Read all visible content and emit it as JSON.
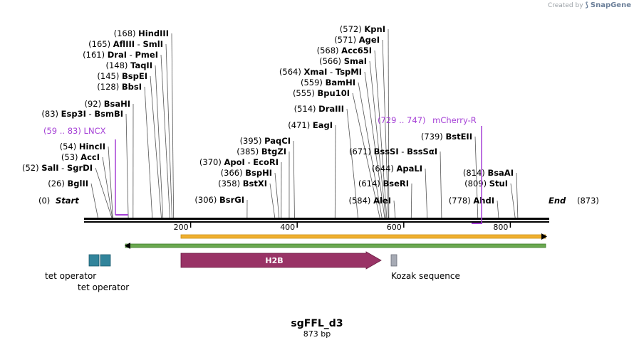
{
  "brand": {
    "prefix": "Created by",
    "name": "SnapGene"
  },
  "map": {
    "name": "sgFFL_d3",
    "length_label": "873 bp",
    "length": 873,
    "start_label": "Start",
    "start_pos": "(0)",
    "end_label": "End",
    "end_pos": "(873)",
    "ticks": [
      200,
      400,
      600,
      800
    ]
  },
  "sites": [
    {
      "pos": 168,
      "pos_label": "(168)",
      "names": [
        "HindIII"
      ]
    },
    {
      "pos": 165,
      "pos_label": "(165)",
      "names": [
        "AflIII",
        "SmlI"
      ]
    },
    {
      "pos": 161,
      "pos_label": "(161)",
      "names": [
        "DraI",
        "PmeI"
      ]
    },
    {
      "pos": 148,
      "pos_label": "(148)",
      "names": [
        "TaqII"
      ]
    },
    {
      "pos": 145,
      "pos_label": "(145)",
      "names": [
        "BspEI"
      ]
    },
    {
      "pos": 128,
      "pos_label": "(128)",
      "names": [
        "BbsI"
      ]
    },
    {
      "pos": 92,
      "pos_label": "(92)",
      "names": [
        "BsaHI"
      ]
    },
    {
      "pos": 83,
      "pos_label": "(83)",
      "names": [
        "Esp3I",
        "BsmBI"
      ]
    },
    {
      "pos": 54,
      "pos_label": "(54)",
      "names": [
        "HincII"
      ]
    },
    {
      "pos": 53,
      "pos_label": "(53)",
      "names": [
        "AccI"
      ]
    },
    {
      "pos": 52,
      "pos_label": "(52)",
      "names": [
        "SalI",
        "SgrDI"
      ]
    },
    {
      "pos": 26,
      "pos_label": "(26)",
      "names": [
        "BglII"
      ]
    },
    {
      "pos": 572,
      "pos_label": "(572)",
      "names": [
        "KpnI"
      ]
    },
    {
      "pos": 571,
      "pos_label": "(571)",
      "names": [
        "AgeI"
      ]
    },
    {
      "pos": 568,
      "pos_label": "(568)",
      "names": [
        "Acc65I"
      ]
    },
    {
      "pos": 566,
      "pos_label": "(566)",
      "names": [
        "SmaI"
      ]
    },
    {
      "pos": 564,
      "pos_label": "(564)",
      "names": [
        "XmaI",
        "TspMI"
      ]
    },
    {
      "pos": 559,
      "pos_label": "(559)",
      "names": [
        "BamHI"
      ]
    },
    {
      "pos": 555,
      "pos_label": "(555)",
      "names": [
        "Bpu10I"
      ]
    },
    {
      "pos": 514,
      "pos_label": "(514)",
      "names": [
        "DraIII"
      ]
    },
    {
      "pos": 471,
      "pos_label": "(471)",
      "names": [
        "EagI"
      ]
    },
    {
      "pos": 395,
      "pos_label": "(395)",
      "names": [
        "PaqCI"
      ]
    },
    {
      "pos": 385,
      "pos_label": "(385)",
      "names": [
        "BtgZI"
      ]
    },
    {
      "pos": 370,
      "pos_label": "(370)",
      "names": [
        "ApoI",
        "EcoRI"
      ]
    },
    {
      "pos": 366,
      "pos_label": "(366)",
      "names": [
        "BspHI"
      ]
    },
    {
      "pos": 358,
      "pos_label": "(358)",
      "names": [
        "BstXI"
      ]
    },
    {
      "pos": 306,
      "pos_label": "(306)",
      "names": [
        "BsrGI"
      ]
    },
    {
      "pos": 671,
      "pos_label": "(671)",
      "names": [
        "BssSI",
        "BssSαI"
      ]
    },
    {
      "pos": 644,
      "pos_label": "(644)",
      "names": [
        "ApaLI"
      ]
    },
    {
      "pos": 614,
      "pos_label": "(614)",
      "names": [
        "BseRI"
      ]
    },
    {
      "pos": 584,
      "pos_label": "(584)",
      "names": [
        "AleI"
      ]
    },
    {
      "pos": 739,
      "pos_label": "(739)",
      "names": [
        "BstEII"
      ]
    },
    {
      "pos": 814,
      "pos_label": "(814)",
      "names": [
        "BsaAI"
      ]
    },
    {
      "pos": 809,
      "pos_label": "(809)",
      "names": [
        "StuI"
      ]
    },
    {
      "pos": 778,
      "pos_label": "(778)",
      "names": [
        "AhdI"
      ]
    }
  ],
  "primers": [
    {
      "range": "(59 .. 83)",
      "name": "LNCX",
      "color": "#a540d6"
    },
    {
      "range": "(729 .. 747)",
      "name": "mCherry-R",
      "color": "#a540d6"
    }
  ],
  "features": [
    {
      "name": "tet operator",
      "color": "#31849b",
      "type": "box"
    },
    {
      "name": "tet operator",
      "color": "#31849b",
      "type": "box"
    },
    {
      "name": "H2B",
      "color": "#993366",
      "type": "arrow"
    },
    {
      "name": "Kozak sequence",
      "color": "#a6aab4",
      "type": "box"
    }
  ],
  "orf_lines": [
    {
      "direction": "forward",
      "color": "#f0b030"
    },
    {
      "direction": "reverse",
      "color": "#6aa84f"
    }
  ]
}
